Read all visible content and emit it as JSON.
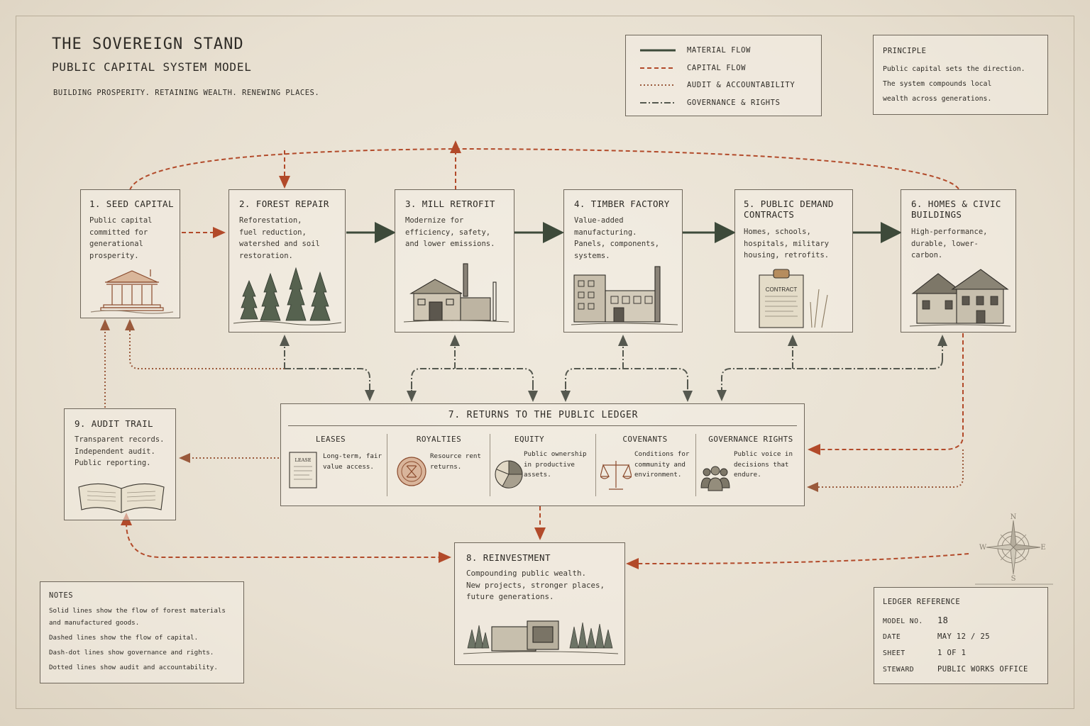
{
  "header": {
    "title": "THE SOVEREIGN STAND",
    "subtitle": "PUBLIC CAPITAL SYSTEM MODEL",
    "tagline": "BUILDING PROSPERITY. RETAINING WEALTH. RENEWING PLACES."
  },
  "legend": {
    "material": "MATERIAL FLOW",
    "capital": "CAPITAL FLOW",
    "audit": "AUDIT & ACCOUNTABILITY",
    "governance": "GOVERNANCE & RIGHTS"
  },
  "principle": {
    "title": "PRINCIPLE",
    "line1": "Public capital sets the direction.",
    "line2": "The system compounds local",
    "line3": "wealth across generations."
  },
  "steps": [
    {
      "title": "1. SEED CAPITAL",
      "desc": "Public capital\ncommitted for\ngenerational\nprosperity."
    },
    {
      "title": "2. FOREST REPAIR",
      "desc": "Reforestation,\nfuel reduction,\nwatershed and soil\nrestoration."
    },
    {
      "title": "3. MILL RETROFIT",
      "desc": "Modernize for\nefficiency, safety,\nand lower emissions."
    },
    {
      "title": "4. TIMBER FACTORY",
      "desc": "Value-added\nmanufacturing.\nPanels, components,\nsystems."
    },
    {
      "title": "5. PUBLIC DEMAND\n   CONTRACTS",
      "desc": "Homes, schools,\nhospitals, military\nhousing, retrofits."
    },
    {
      "title": "6. HOMES & CIVIC\n   BUILDINGS",
      "desc": "High-performance,\ndurable, lower-\ncarbon."
    }
  ],
  "contract_label": "CONTRACT",
  "ledger": {
    "title": "7. RETURNS TO THE PUBLIC LEDGER",
    "columns": [
      {
        "title": "LEASES",
        "desc": "Long-term, fair\nvalue access.",
        "icon": "lease-document-icon"
      },
      {
        "title": "ROYALTIES",
        "desc": "Resource rent\nreturns.",
        "icon": "coin-icon"
      },
      {
        "title": "EQUITY",
        "desc": "Public ownership\nin productive\nassets.",
        "icon": "pie-chart-icon"
      },
      {
        "title": "COVENANTS",
        "desc": "Conditions for\ncommunity and\nenvironment.",
        "icon": "scales-icon"
      },
      {
        "title": "GOVERNANCE RIGHTS",
        "desc": "Public voice in\ndecisions that\nendure.",
        "icon": "people-icon"
      }
    ],
    "lease_doc_label": "LEASE"
  },
  "audit": {
    "title": "9. AUDIT TRAIL",
    "desc": "Transparent records.\nIndependent audit.\nPublic reporting."
  },
  "reinvest": {
    "title": "8. REINVESTMENT",
    "desc": "Compounding public wealth.\nNew projects, stronger places,\nfuture generations."
  },
  "notes": {
    "title": "NOTES",
    "line1": "Solid lines show the flow of forest materials",
    "line2": "and manufactured goods.",
    "line3": "Dashed lines show the flow of capital.",
    "line4": "Dash-dot lines show governance and rights.",
    "line5": "Dotted lines show audit and accountability."
  },
  "compass": {
    "n": "N",
    "e": "E",
    "s": "S",
    "w": "W"
  },
  "ledger_ref": {
    "title": "LEDGER REFERENCE",
    "model_label": "MODEL NO.",
    "model_value": "18",
    "date_label": "DATE",
    "date_value": "MAY 12 / 25",
    "sheet_label": "SHEET",
    "sheet_value": "1 OF 1",
    "steward_label": "STEWARD",
    "steward_value": "PUBLIC WORKS OFFICE"
  },
  "colors": {
    "material": "#3d4a3a",
    "capital": "#b24a2a",
    "audit": "#9a5a3c",
    "governance": "#55584f",
    "ink": "#2e2b26"
  }
}
